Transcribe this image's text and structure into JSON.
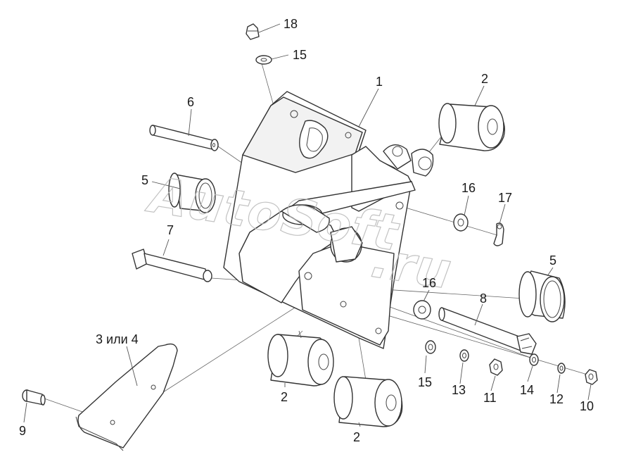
{
  "watermark": {
    "line1": "AutoSoft",
    "line2": ".ru"
  },
  "labels": {
    "p1": "1",
    "p2_top": "2",
    "p2_mid": "2",
    "p2_bot": "2",
    "p3or4": "3 или 4",
    "p5_left": "5",
    "p5_right": "5",
    "p6": "6",
    "p7": "7",
    "p8": "8",
    "p9": "9",
    "p10": "10",
    "p11": "11",
    "p12": "12",
    "p13": "13",
    "p14": "14",
    "p15_top": "15",
    "p15_bot": "15",
    "p16_top": "16",
    "p16_mid": "16",
    "p17": "17",
    "p18": "18"
  }
}
